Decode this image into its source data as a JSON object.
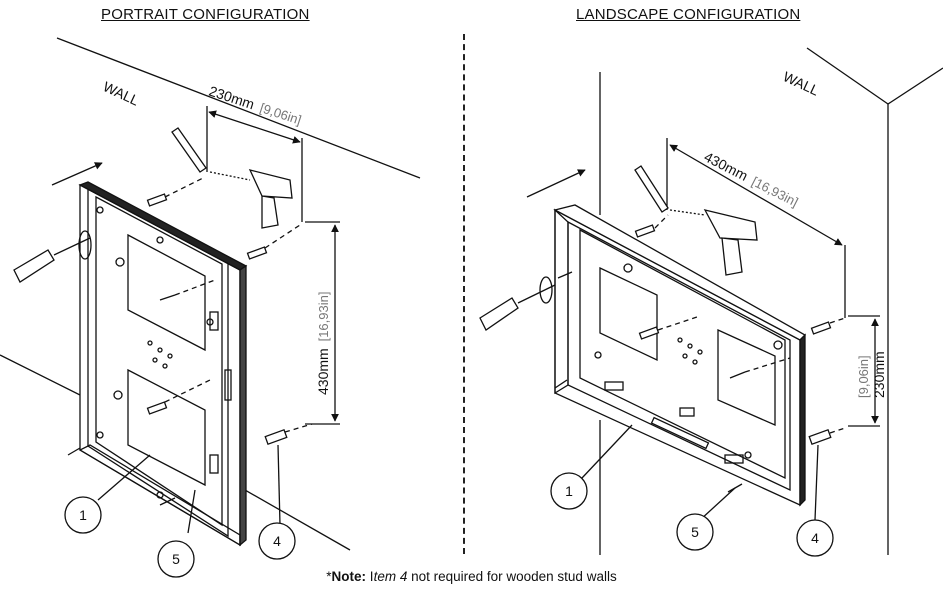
{
  "headings": {
    "portrait": "PORTRAIT CONFIGURATION",
    "landscape": "LANDSCAPE CONFIGURATION"
  },
  "portrait": {
    "wall_label": "WALL",
    "dim_horizontal": "230mm",
    "dim_horizontal_in": "[9,06in]",
    "dim_vertical": "430mm",
    "dim_vertical_in": "[16,93in]",
    "callouts": [
      "1",
      "5",
      "4"
    ]
  },
  "landscape": {
    "wall_label": "WALL",
    "dim_horizontal": "430mm",
    "dim_horizontal_in": "[16,93in]",
    "dim_vertical": "230mm",
    "dim_vertical_in": "[9,06in]",
    "callouts": [
      "1",
      "5",
      "4"
    ]
  },
  "note": {
    "prefix": "*",
    "bold": "Note:",
    "text_1": " I",
    "italic": "tem 4",
    "text_2": " not required for wooden stud walls"
  }
}
